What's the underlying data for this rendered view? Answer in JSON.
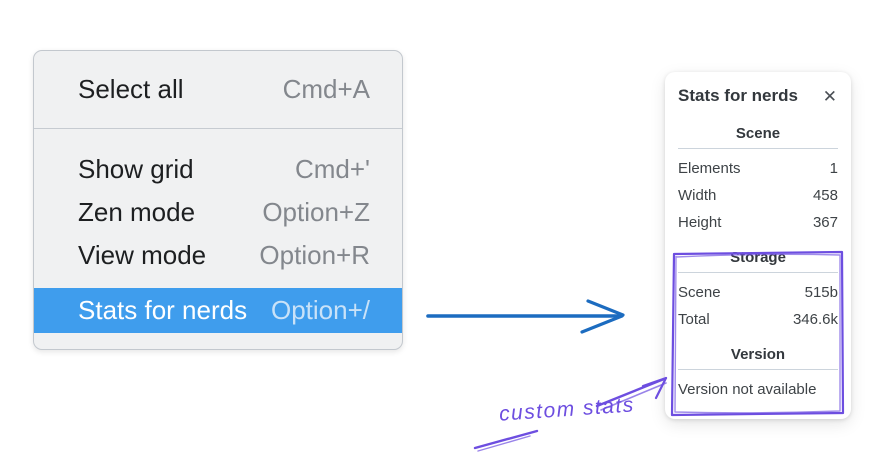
{
  "menu": {
    "sections": [
      {
        "items": [
          {
            "label": "Select all",
            "shortcut": "Cmd+A",
            "highlighted": false
          }
        ]
      },
      {
        "items": [
          {
            "label": "Show grid",
            "shortcut": "Cmd+'",
            "highlighted": false
          },
          {
            "label": "Zen mode",
            "shortcut": "Option+Z",
            "highlighted": false
          },
          {
            "label": "View mode",
            "shortcut": "Option+R",
            "highlighted": false
          },
          {
            "label": "Stats for nerds",
            "shortcut": "Option+/",
            "highlighted": true
          }
        ]
      }
    ]
  },
  "stats_panel": {
    "title": "Stats for nerds",
    "close_icon": "✕",
    "scene": {
      "heading": "Scene",
      "rows": [
        {
          "label": "Elements",
          "value": "1"
        },
        {
          "label": "Width",
          "value": "458"
        },
        {
          "label": "Height",
          "value": "367"
        }
      ]
    },
    "storage": {
      "heading": "Storage",
      "rows": [
        {
          "label": "Scene",
          "value": "515b"
        },
        {
          "label": "Total",
          "value": "346.6k"
        }
      ]
    },
    "version": {
      "heading": "Version",
      "note": "Version not available"
    }
  },
  "annotation": {
    "label": "custom stats"
  },
  "colors": {
    "highlight_blue": "#3f9ded",
    "arrow_blue": "#1c6cc0",
    "annotation_purple": "#6d4ee0",
    "menu_bg": "#f0f1f2"
  }
}
